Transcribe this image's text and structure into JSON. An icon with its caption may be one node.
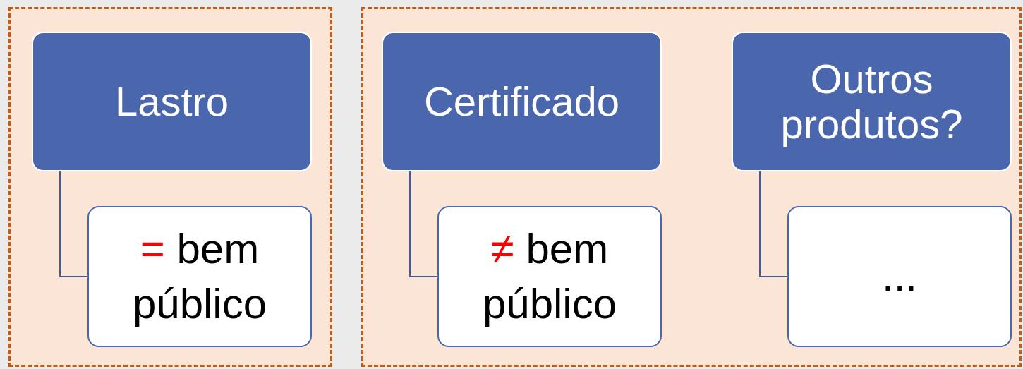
{
  "diagram": {
    "nodes": [
      {
        "text": [],
        "shape": "box"
      },
      {
        "text": [
          "Lastro"
        ],
        "in": 0
      },
      {
        "text": [
          "=",
          "bem público"
        ],
        "in": 0
      },
      {
        "text": [],
        "shape": "box"
      },
      {
        "text": [
          "Certificado"
        ],
        "in": 3
      },
      {
        "text": [
          "≠",
          "bem público"
        ],
        "in": 3
      },
      {
        "text": [
          "Outros produtos?"
        ],
        "in": 3
      },
      {
        "text": [
          "..."
        ],
        "in": 3
      }
    ],
    "edges": [
      {
        "from": 1,
        "to": 2,
        "arrow": "none"
      },
      {
        "from": 4,
        "to": 5,
        "arrow": "none"
      },
      {
        "from": 6,
        "to": 7,
        "arrow": "none"
      }
    ]
  }
}
